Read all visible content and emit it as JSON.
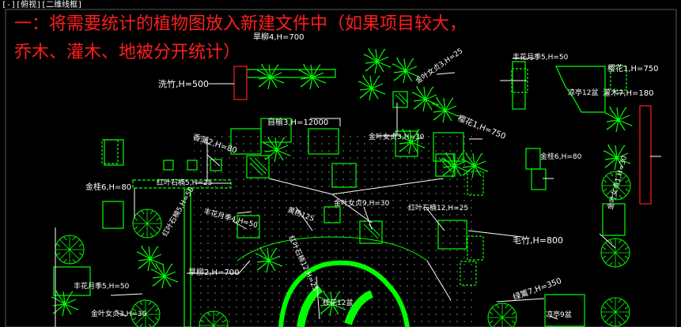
{
  "viewport": {
    "label": "[-][俯视][二维线框]"
  },
  "instruction": {
    "line1": "一：将需要统计的植物图放入新建文件中（如果项目较大，",
    "line2": "乔木、灌木、地被分开统计）"
  },
  "colors": {
    "background": "#000000",
    "plant": "#00ff00",
    "annotation": "#ffffff",
    "instruction": "#ff1e1e",
    "highlight": "#ff2020",
    "viewport_frame": "#5a5a5a"
  },
  "labels": {
    "l1": "旱柳4,H=700",
    "l2": "丰花月季5,H=50",
    "l3": "樱花1,H=750",
    "l4": "灌木7,H=180",
    "l5": "洗竹,H=500",
    "l6": "金叶女贞3,H=25",
    "l7": "凉亭12盆",
    "l8": "自榆3,H=12000",
    "l9": "金叶女贞3,H=30",
    "l10": "樱花1,H=750",
    "l11": "香蒲2,H=80",
    "l12": "金桂6,H=80",
    "l13": "金桂6,H=80",
    "l14": "红叶石楠5,H=25",
    "l15": "丰花月季4,H=50",
    "l16": "黄杨12S",
    "l17": "金叶女贞9,H=30",
    "l18": "红叶石楠12,H=25",
    "l19": "毛竹,H=800",
    "l20": "红叶石楠5,H=50",
    "l21": "旱柳2,H=700",
    "l22": "红叶石楠12,H=25",
    "l23": "金叶女贞1,H=30",
    "l24": "丰花月季5,H=50",
    "l25": "金叶女贞3,H=30",
    "l26": "桂花12盆",
    "l27": "绿篱7,H=350",
    "l28": "凉亭9盆"
  }
}
